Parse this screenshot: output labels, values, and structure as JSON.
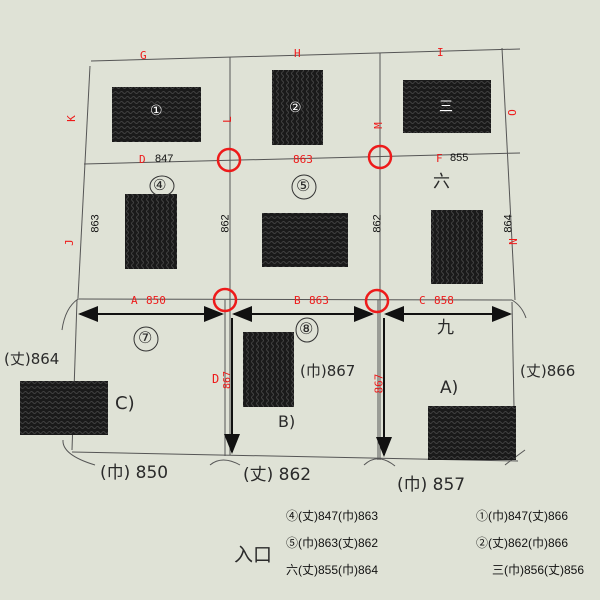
{
  "grid_labels": {
    "top": [
      "G",
      "H",
      "I"
    ],
    "left": [
      "K",
      "J"
    ],
    "right": [
      "O",
      "N"
    ],
    "inner_vertical": [
      "L",
      "M"
    ],
    "row_divider": [
      {
        "letter": "D",
        "value": "847"
      },
      {
        "letter": "",
        "value": "863"
      },
      {
        "letter": "F",
        "value": "855"
      }
    ],
    "bottom_red": [
      {
        "letter": "A",
        "value": "850"
      },
      {
        "letter": "B",
        "value": "863"
      },
      {
        "letter": "C",
        "value": "858"
      }
    ],
    "vertical_values": [
      "863",
      "862",
      "862",
      "864"
    ],
    "lower_red": [
      {
        "letter": "D",
        "value": "867"
      },
      {
        "letter": "",
        "value": "867"
      }
    ]
  },
  "rooms": {
    "r1": "①",
    "r2": "②",
    "r3": "三",
    "r4": "④",
    "r5": "⑤",
    "r6": "六",
    "r7": "⑦",
    "r8": "⑧",
    "r9": "九"
  },
  "handwritten": {
    "c_label": "C)",
    "b_label": "B)",
    "a_label": "A)",
    "left_height": "(丈)864",
    "middle_width": "(巾)867",
    "right_height": "(丈)866",
    "bottom_left": "(巾) 850",
    "bottom_mid": "(丈) 862",
    "bottom_right": "(巾) 857",
    "entrance": "入口"
  },
  "legend": [
    [
      "④(丈)847(巾)863",
      "①(巾)847(丈)866"
    ],
    [
      "⑤(巾)863(丈)862",
      "②(丈)862(巾)866"
    ],
    [
      "六(丈)855(巾)864",
      "三(巾)856(丈)856"
    ]
  ],
  "colors": {
    "paper": "#dfe2d6",
    "red": "#ee1a1a",
    "ink": "#111111",
    "tatami": "#1d1d1d"
  }
}
